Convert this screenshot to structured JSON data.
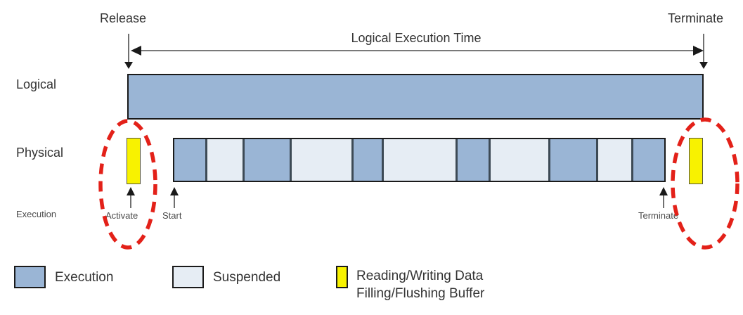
{
  "title_annotations": {
    "release": "Release",
    "terminate": "Terminate",
    "logical_execution_time": "Logical Execution Time"
  },
  "row_labels": {
    "logical": "Logical",
    "physical": "Physical",
    "execution_axis": "Execution"
  },
  "event_labels": {
    "activate": "Activate",
    "start": "Start",
    "terminate": "Terminate"
  },
  "physical_bar": {
    "segments": [
      {
        "type": "execution",
        "width": 44
      },
      {
        "type": "suspended",
        "width": 53
      },
      {
        "type": "execution",
        "width": 67
      },
      {
        "type": "suspended",
        "width": 88
      },
      {
        "type": "execution",
        "width": 43
      },
      {
        "type": "suspended",
        "width": 105
      },
      {
        "type": "execution",
        "width": 47
      },
      {
        "type": "suspended",
        "width": 85
      },
      {
        "type": "execution",
        "width": 68
      },
      {
        "type": "suspended",
        "width": 50
      },
      {
        "type": "execution",
        "width": 47
      }
    ]
  },
  "legend": {
    "execution": "Execution",
    "suspended": "Suspended",
    "buffer_line1": "Reading/Writing Data",
    "buffer_line2": "Filling/Flushing Buffer"
  },
  "colors": {
    "execution": "#9ab5d5",
    "suspended": "#e6edf4",
    "buffer": "#f8f200",
    "highlight": "#e32119",
    "border": "#1a1a1a",
    "arrow": "#4d4d4d"
  }
}
